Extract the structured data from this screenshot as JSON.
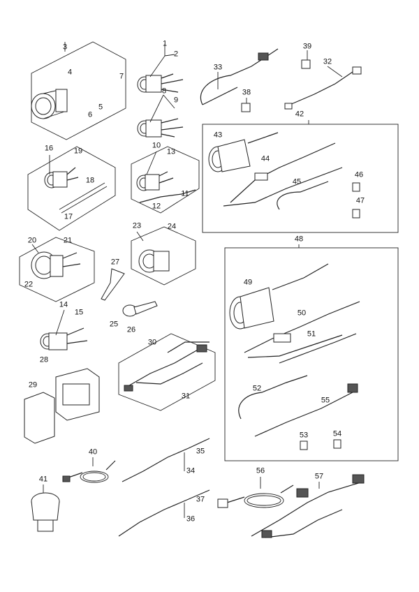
{
  "labels": {
    "p1": "1",
    "p2": "2",
    "p3": "3",
    "p4": "4",
    "p5": "5",
    "p6": "6",
    "p7": "7",
    "p8": "8",
    "p9": "9",
    "p10": "10",
    "p11": "11",
    "p12": "12",
    "p13": "13",
    "p14": "14",
    "p15": "15",
    "p16": "16",
    "p17": "17",
    "p18": "18",
    "p19": "19",
    "p20": "20",
    "p21": "21",
    "p22": "22",
    "p23": "23",
    "p24": "24",
    "p25": "25",
    "p26": "26",
    "p27": "27",
    "p28": "28",
    "p29": "29",
    "p30": "30",
    "p31": "31",
    "p32": "32",
    "p33": "33",
    "p34": "34",
    "p35": "35",
    "p36": "36",
    "p37": "37",
    "p38": "38",
    "p39": "39",
    "p40": "40",
    "p41": "41",
    "p42": "42",
    "p43": "43",
    "p44": "44",
    "p45": "45",
    "p46": "46",
    "p47": "47",
    "p48": "48",
    "p49": "49",
    "p50": "50",
    "p51": "51",
    "p52": "52",
    "p53": "53",
    "p54": "54",
    "p55": "55",
    "p56": "56",
    "p57": "57"
  }
}
